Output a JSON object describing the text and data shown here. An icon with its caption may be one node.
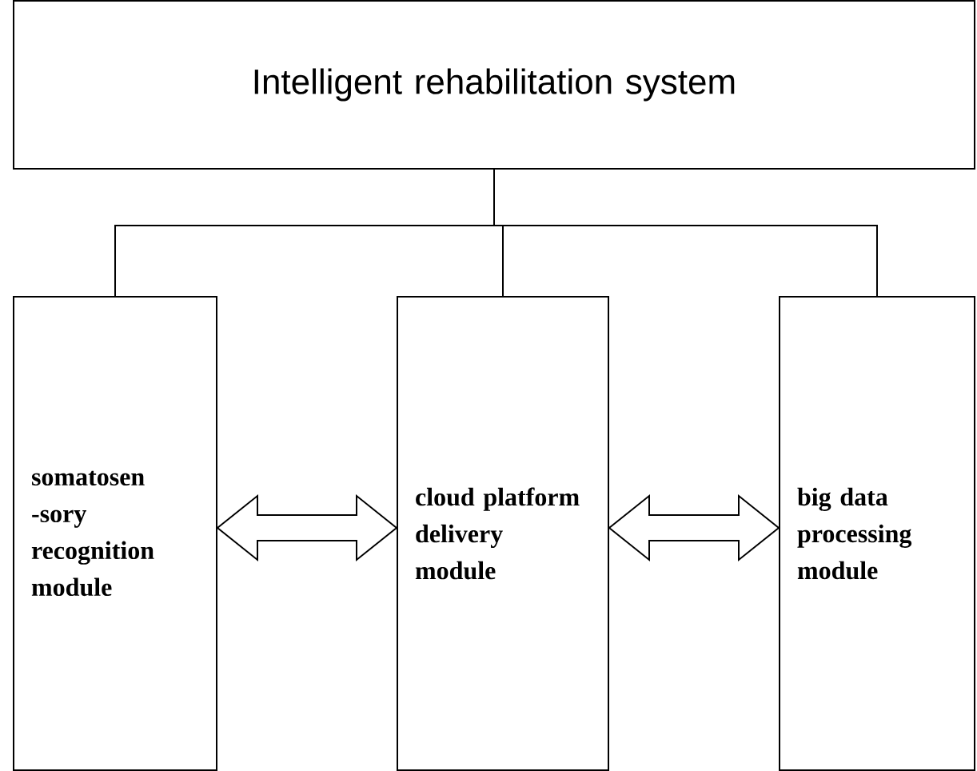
{
  "diagram": {
    "nodes": [
      {
        "text": [
          "Intelligent rehabilitation system"
        ]
      },
      {
        "text": [
          "somatosen -sory recognition module"
        ]
      },
      {
        "text": [
          "cloud platform delivery module"
        ]
      },
      {
        "text": [
          "big data processing module"
        ]
      }
    ],
    "edges": [
      {
        "from": 0,
        "to": 1,
        "arrow": "none"
      },
      {
        "from": 0,
        "to": 2,
        "arrow": "none"
      },
      {
        "from": 0,
        "to": 3,
        "arrow": "none"
      },
      {
        "from": 1,
        "to": 2,
        "arrow": "both"
      },
      {
        "from": 2,
        "to": 3,
        "arrow": "both"
      }
    ]
  }
}
